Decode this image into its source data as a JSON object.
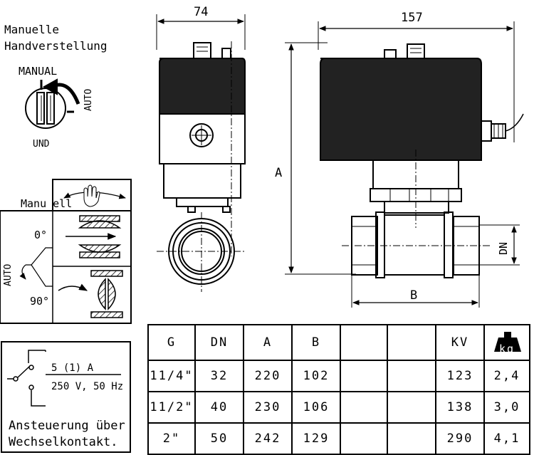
{
  "dimensions": {
    "width_74": "74",
    "width_157": "157",
    "height_a": "A",
    "length_b": "B",
    "dn": "DN"
  },
  "manual_override": {
    "line1": "Manuelle",
    "line2": "Handverstellung",
    "manual": "MANUAL",
    "auto": "AUTO",
    "und": "UND"
  },
  "operation_box": {
    "label": "Manu ell",
    "auto": "AUTO",
    "angle_open": "0°",
    "angle_closed": "90°"
  },
  "switch_box": {
    "rating": "5 (1) A",
    "voltage": "250 V, 50 Hz",
    "caption_line1": "Ansteuerung über",
    "caption_line2": "Wechselkontakt."
  },
  "table": {
    "headers": [
      "G",
      "DN",
      "A",
      "B",
      "",
      "",
      "KV",
      "kg"
    ],
    "rows": [
      [
        "11/4\"",
        "32",
        "220",
        "102",
        "",
        "",
        "123",
        "2,4"
      ],
      [
        "11/2\"",
        "40",
        "230",
        "106",
        "",
        "",
        "138",
        "3,0"
      ],
      [
        "2\"",
        "50",
        "242",
        "129",
        "",
        "",
        "290",
        "4,1"
      ]
    ]
  }
}
